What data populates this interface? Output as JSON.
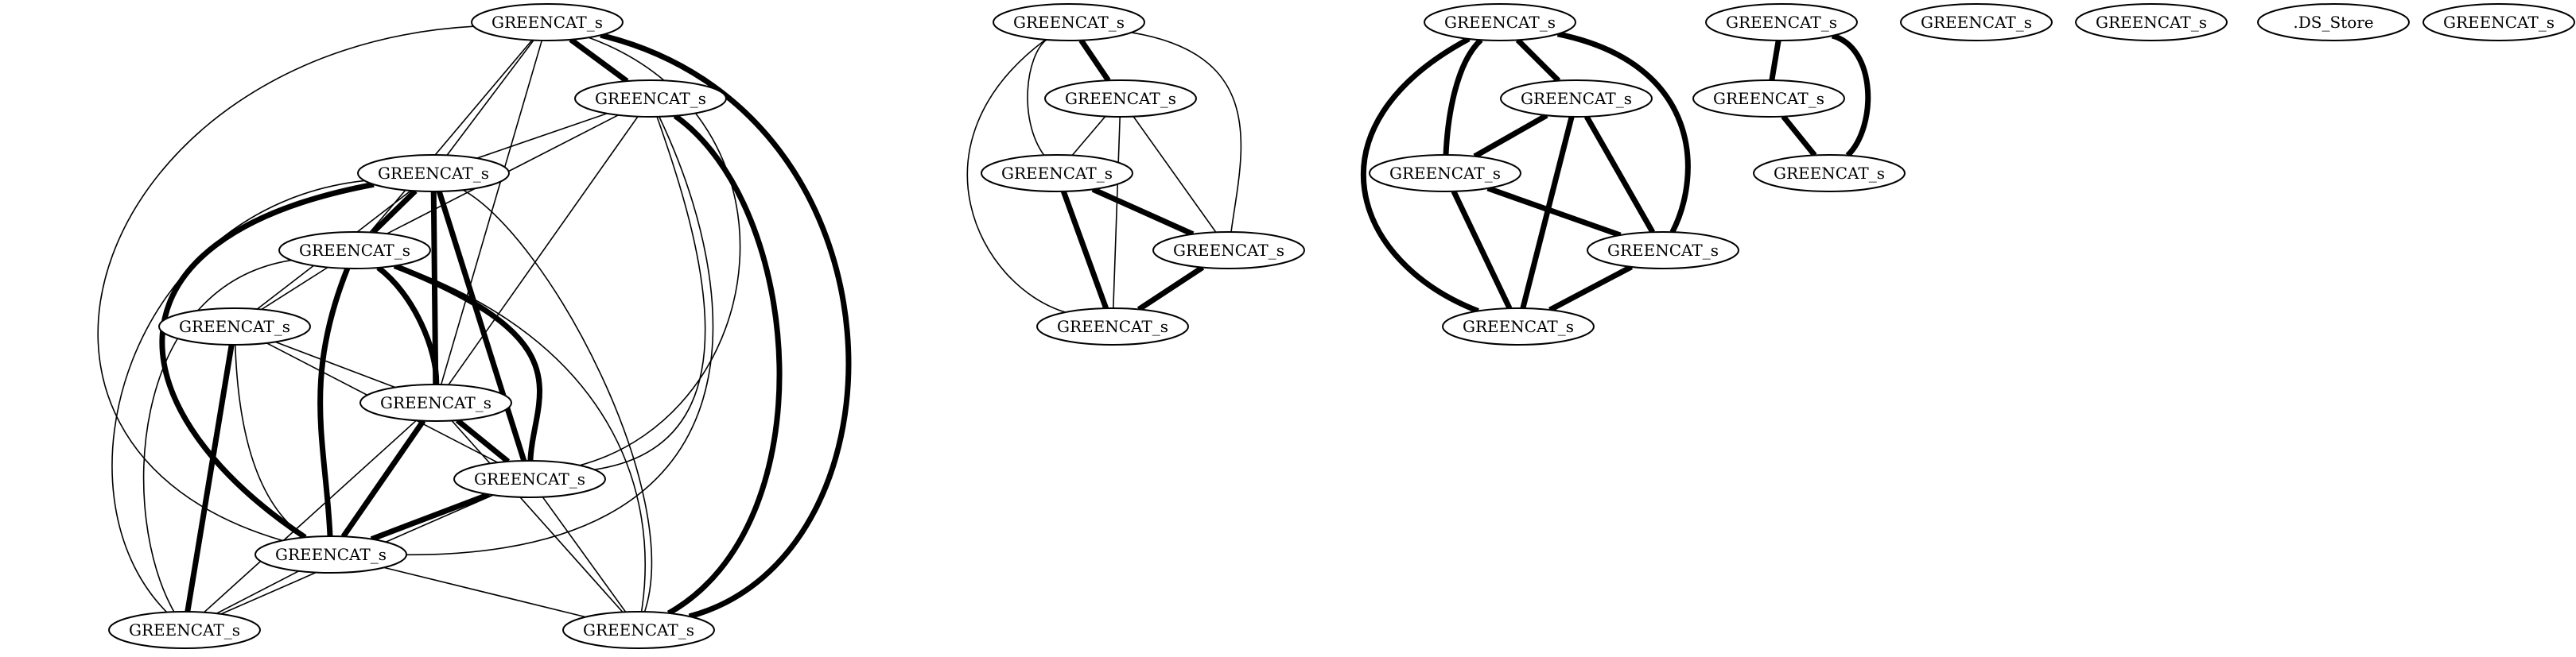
{
  "graph": {
    "edge_color": "#000000",
    "node_fill": "#ffffff",
    "nodes": [
      {
        "id": "a1",
        "label": "GREENCAT_s"
      },
      {
        "id": "a2",
        "label": "GREENCAT_s"
      },
      {
        "id": "a3",
        "label": "GREENCAT_s"
      },
      {
        "id": "a4",
        "label": "GREENCAT_s"
      },
      {
        "id": "a5",
        "label": "GREENCAT_s"
      },
      {
        "id": "a6",
        "label": "GREENCAT_s"
      },
      {
        "id": "a7",
        "label": "GREENCAT_s"
      },
      {
        "id": "a8",
        "label": "GREENCAT_s"
      },
      {
        "id": "a9",
        "label": "GREENCAT_s"
      },
      {
        "id": "a10",
        "label": "GREENCAT_s"
      },
      {
        "id": "b1",
        "label": "GREENCAT_s"
      },
      {
        "id": "b2",
        "label": "GREENCAT_s"
      },
      {
        "id": "b3",
        "label": "GREENCAT_s"
      },
      {
        "id": "b4",
        "label": "GREENCAT_s"
      },
      {
        "id": "b5",
        "label": "GREENCAT_s"
      },
      {
        "id": "c1",
        "label": "GREENCAT_s"
      },
      {
        "id": "c2",
        "label": "GREENCAT_s"
      },
      {
        "id": "c3",
        "label": "GREENCAT_s"
      },
      {
        "id": "c4",
        "label": "GREENCAT_s"
      },
      {
        "id": "c5",
        "label": "GREENCAT_s"
      },
      {
        "id": "d1",
        "label": "GREENCAT_s"
      },
      {
        "id": "d2",
        "label": "GREENCAT_s"
      },
      {
        "id": "d3",
        "label": "GREENCAT_s"
      },
      {
        "id": "e1",
        "label": "GREENCAT_s"
      },
      {
        "id": "e2",
        "label": "GREENCAT_s"
      },
      {
        "id": "e3",
        "label": ".DS_Store"
      },
      {
        "id": "e4",
        "label": "GREENCAT_s"
      }
    ],
    "edges": [
      {
        "from": "a1",
        "to": "a2",
        "weight": "bold"
      },
      {
        "from": "a1",
        "to": "a10",
        "weight": "bold"
      },
      {
        "from": "a1",
        "to": "a3",
        "weight": "thin"
      },
      {
        "from": "a1",
        "to": "a4",
        "weight": "thin"
      },
      {
        "from": "a1",
        "to": "a6",
        "weight": "thin"
      },
      {
        "from": "a1",
        "to": "a8",
        "weight": "thin"
      },
      {
        "from": "a1",
        "to": "a7",
        "weight": "thin"
      },
      {
        "from": "a2",
        "to": "a10",
        "weight": "bold"
      },
      {
        "from": "a2",
        "to": "a3",
        "weight": "thin"
      },
      {
        "from": "a2",
        "to": "a4",
        "weight": "thin"
      },
      {
        "from": "a2",
        "to": "a6",
        "weight": "thin"
      },
      {
        "from": "a2",
        "to": "a7",
        "weight": "thin"
      },
      {
        "from": "a2",
        "to": "a8",
        "weight": "thin"
      },
      {
        "from": "a3",
        "to": "a4",
        "weight": "bold"
      },
      {
        "from": "a3",
        "to": "a6",
        "weight": "bold"
      },
      {
        "from": "a3",
        "to": "a7",
        "weight": "bold"
      },
      {
        "from": "a3",
        "to": "a8",
        "weight": "bold"
      },
      {
        "from": "a3",
        "to": "a5",
        "weight": "thin"
      },
      {
        "from": "a3",
        "to": "a9",
        "weight": "thin"
      },
      {
        "from": "a3",
        "to": "a10",
        "weight": "thin"
      },
      {
        "from": "a4",
        "to": "a6",
        "weight": "bold"
      },
      {
        "from": "a4",
        "to": "a7",
        "weight": "bold"
      },
      {
        "from": "a4",
        "to": "a8",
        "weight": "bold"
      },
      {
        "from": "a4",
        "to": "a5",
        "weight": "thin"
      },
      {
        "from": "a4",
        "to": "a10",
        "weight": "thin"
      },
      {
        "from": "a4",
        "to": "a9",
        "weight": "thin"
      },
      {
        "from": "a5",
        "to": "a9",
        "weight": "bold"
      },
      {
        "from": "a5",
        "to": "a6",
        "weight": "thin"
      },
      {
        "from": "a5",
        "to": "a7",
        "weight": "thin"
      },
      {
        "from": "a5",
        "to": "a8",
        "weight": "thin"
      },
      {
        "from": "a6",
        "to": "a7",
        "weight": "bold"
      },
      {
        "from": "a6",
        "to": "a8",
        "weight": "bold"
      },
      {
        "from": "a6",
        "to": "a9",
        "weight": "thin"
      },
      {
        "from": "a6",
        "to": "a10",
        "weight": "thin"
      },
      {
        "from": "a7",
        "to": "a8",
        "weight": "bold"
      },
      {
        "from": "a7",
        "to": "a9",
        "weight": "thin"
      },
      {
        "from": "a7",
        "to": "a10",
        "weight": "thin"
      },
      {
        "from": "a8",
        "to": "a9",
        "weight": "thin"
      },
      {
        "from": "a8",
        "to": "a10",
        "weight": "thin"
      },
      {
        "from": "b1",
        "to": "b2",
        "weight": "bold"
      },
      {
        "from": "b1",
        "to": "b3",
        "weight": "thin"
      },
      {
        "from": "b1",
        "to": "b4",
        "weight": "thin"
      },
      {
        "from": "b1",
        "to": "b5",
        "weight": "thin"
      },
      {
        "from": "b2",
        "to": "b3",
        "weight": "thin"
      },
      {
        "from": "b2",
        "to": "b4",
        "weight": "thin"
      },
      {
        "from": "b2",
        "to": "b5",
        "weight": "thin"
      },
      {
        "from": "b3",
        "to": "b4",
        "weight": "bold"
      },
      {
        "from": "b3",
        "to": "b5",
        "weight": "bold"
      },
      {
        "from": "b4",
        "to": "b5",
        "weight": "bold"
      },
      {
        "from": "c1",
        "to": "c2",
        "weight": "bold"
      },
      {
        "from": "c1",
        "to": "c3",
        "weight": "bold"
      },
      {
        "from": "c1",
        "to": "c4",
        "weight": "bold"
      },
      {
        "from": "c1",
        "to": "c5",
        "weight": "bold"
      },
      {
        "from": "c2",
        "to": "c3",
        "weight": "bold"
      },
      {
        "from": "c2",
        "to": "c4",
        "weight": "bold"
      },
      {
        "from": "c2",
        "to": "c5",
        "weight": "bold"
      },
      {
        "from": "c3",
        "to": "c4",
        "weight": "bold"
      },
      {
        "from": "c3",
        "to": "c5",
        "weight": "bold"
      },
      {
        "from": "c4",
        "to": "c5",
        "weight": "bold"
      },
      {
        "from": "d1",
        "to": "d2",
        "weight": "bold"
      },
      {
        "from": "d1",
        "to": "d3",
        "weight": "bold"
      },
      {
        "from": "d2",
        "to": "d3",
        "weight": "bold"
      }
    ]
  }
}
